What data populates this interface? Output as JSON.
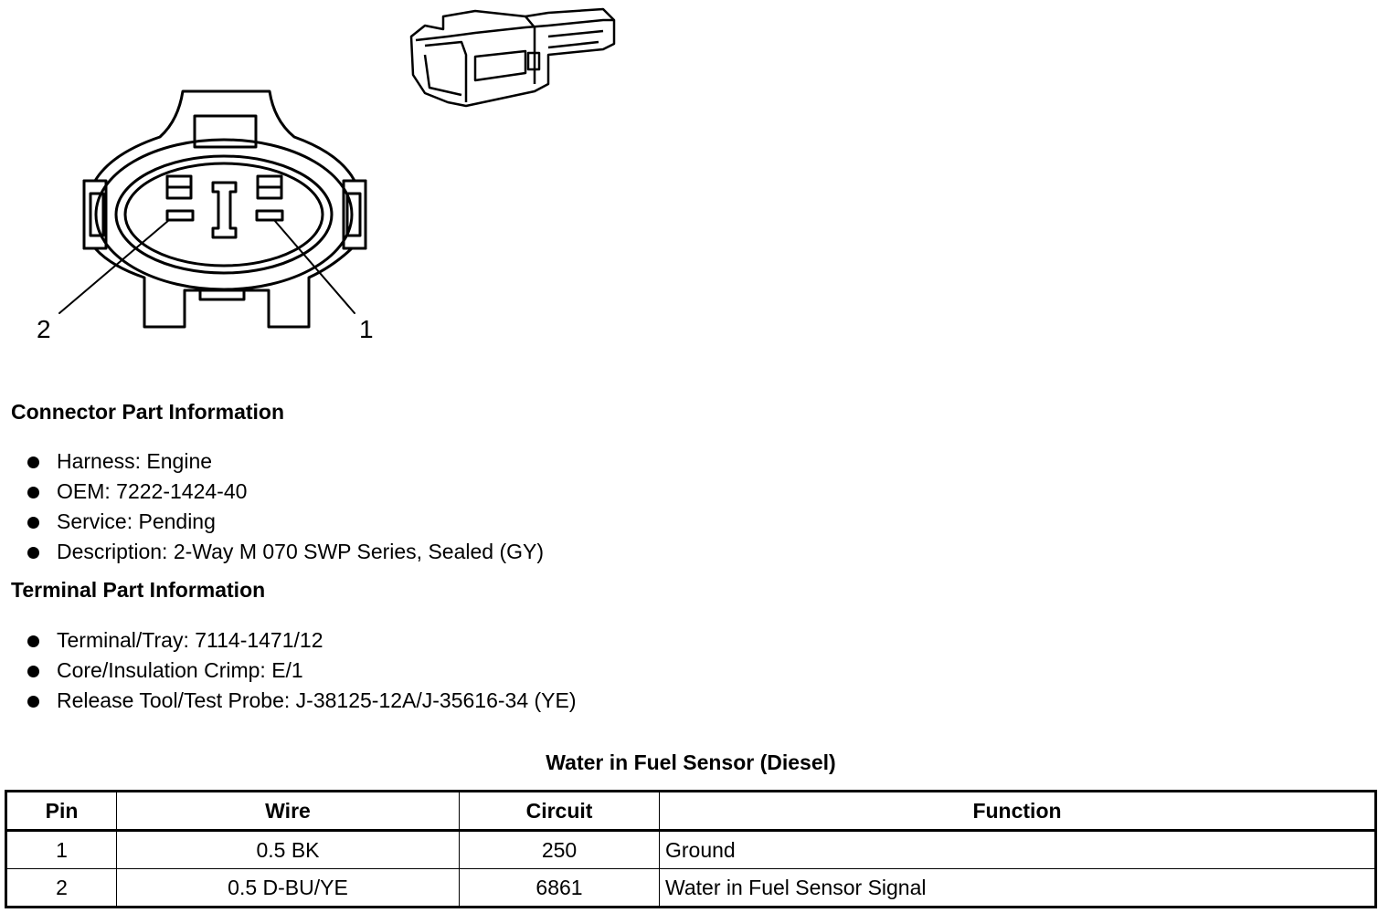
{
  "diagram": {
    "pin_labels": [
      "2",
      "1"
    ]
  },
  "connector_info": {
    "heading": "Connector Part Information",
    "items": [
      "Harness: Engine",
      "OEM: 7222-1424-40",
      "Service: Pending",
      "Description: 2-Way M 070 SWP Series, Sealed (GY)"
    ]
  },
  "terminal_info": {
    "heading": "Terminal Part Information",
    "items": [
      "Terminal/Tray: 7114-1471/12",
      "Core/Insulation Crimp: E/1",
      "Release Tool/Test Probe: J-38125-12A/J-35616-34 (YE)"
    ]
  },
  "table": {
    "title": "Water in Fuel Sensor (Diesel)",
    "headers": [
      "Pin",
      "Wire",
      "Circuit",
      "Function"
    ],
    "rows": [
      [
        "1",
        "0.5 BK",
        "250",
        "Ground"
      ],
      [
        "2",
        "0.5 D-BU/YE",
        "6861",
        "Water in Fuel Sensor Signal"
      ]
    ]
  }
}
